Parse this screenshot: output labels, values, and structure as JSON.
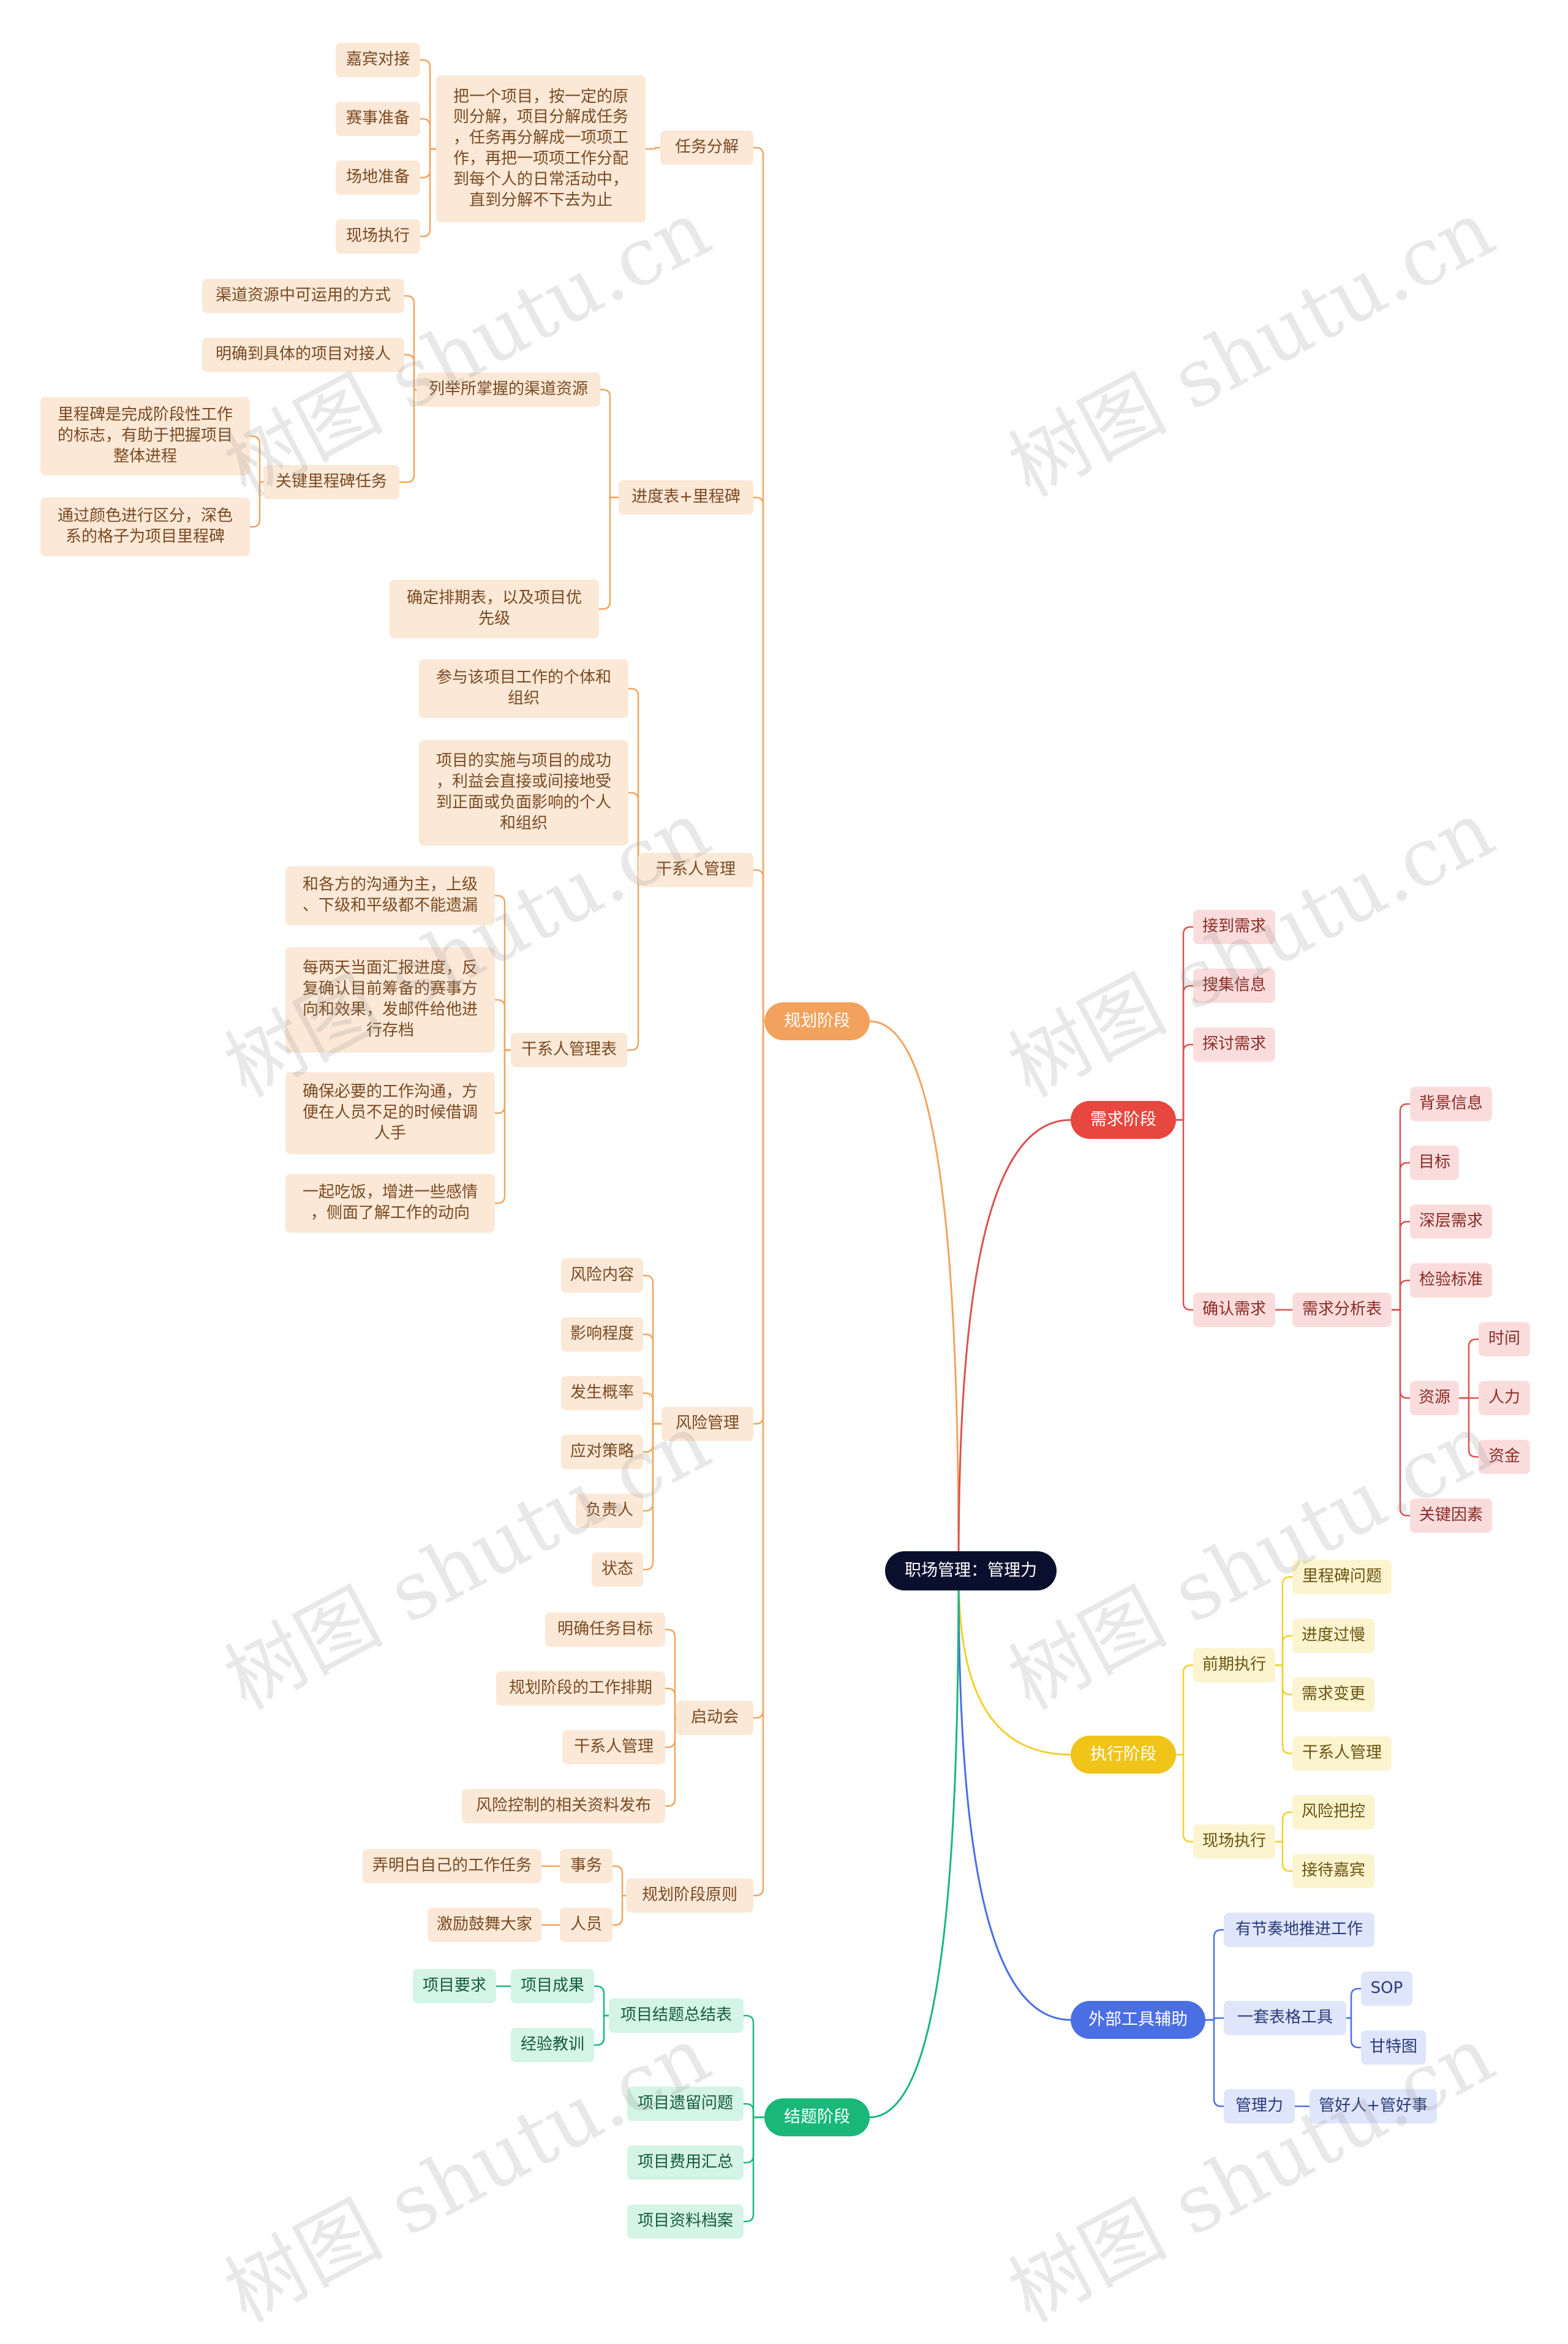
{
  "title": "职场管理：管理力",
  "colors": {
    "center": "#0a0f2e",
    "plan": {
      "branch": "#f2a25c",
      "fill": "#fbe8d7",
      "text": "#7a4a22",
      "line": "#f0a55f"
    },
    "demand": {
      "branch": "#e8473f",
      "fill": "#fbdcdc",
      "text": "#8a2a25",
      "line": "#d9534f"
    },
    "exec": {
      "branch": "#f0c419",
      "fill": "#fcf4cf",
      "text": "#6a5410",
      "line": "#f2cf2e"
    },
    "tool": {
      "branch": "#4a6fe3",
      "fill": "#dfe5fb",
      "text": "#2a3a7a",
      "line": "#4a6fe3"
    },
    "close": {
      "branch": "#19b879",
      "fill": "#d3f4e6",
      "text": "#165a3e",
      "line": "#19b879"
    }
  },
  "watermark": "树图 shutu.cn",
  "branches": [
    {
      "key": "plan",
      "label": "规划阶段",
      "children": [
        {
          "label": "任务分解",
          "children": [
            {
              "label": "把一个项目，按一定的原\n则分解，项目分解成任务\n，任务再分解成一项项工\n作，再把一项项工作分配\n到每个人的日常活动中，\n直到分解不下去为止",
              "children": [
                {
                  "label": "嘉宾对接"
                },
                {
                  "label": "赛事准备"
                },
                {
                  "label": "场地准备"
                },
                {
                  "label": "现场执行"
                }
              ]
            }
          ]
        },
        {
          "label": "进度表+里程碑",
          "children": [
            {
              "label": "列举所掌握的渠道资源",
              "children": [
                {
                  "label": "渠道资源中可运用的方式"
                },
                {
                  "label": "明确到具体的项目对接人"
                },
                {
                  "label": "关键里程碑任务",
                  "children": [
                    {
                      "label": "里程碑是完成阶段性工作\n的标志，有助于把握项目\n整体进程"
                    },
                    {
                      "label": "通过颜色进行区分，深色\n系的格子为项目里程碑"
                    }
                  ]
                }
              ]
            },
            {
              "label": "确定排期表，以及项目优\n先级"
            }
          ]
        },
        {
          "label": "干系人管理",
          "children": [
            {
              "label": "参与该项目工作的个体和\n组织"
            },
            {
              "label": "项目的实施与项目的成功\n，利益会直接或间接地受\n到正面或负面影响的个人\n和组织"
            },
            {
              "label": "干系人管理表",
              "children": [
                {
                  "label": "和各方的沟通为主，上级\n、下级和平级都不能遗漏"
                },
                {
                  "label": "每两天当面汇报进度，反\n复确认目前筹备的赛事方\n向和效果，发邮件给他进\n行存档"
                },
                {
                  "label": "确保必要的工作沟通，方\n便在人员不足的时候借调\n人手"
                },
                {
                  "label": "一起吃饭，增进一些感情\n，侧面了解工作的动向"
                }
              ]
            }
          ]
        },
        {
          "label": "风险管理",
          "children": [
            {
              "label": "风险内容"
            },
            {
              "label": "影响程度"
            },
            {
              "label": "发生概率"
            },
            {
              "label": "应对策略"
            },
            {
              "label": "负责人"
            },
            {
              "label": "状态"
            }
          ]
        },
        {
          "label": "启动会",
          "children": [
            {
              "label": "明确任务目标"
            },
            {
              "label": "规划阶段的工作排期"
            },
            {
              "label": "干系人管理"
            },
            {
              "label": "风险控制的相关资料发布"
            }
          ]
        },
        {
          "label": "规划阶段原则",
          "children": [
            {
              "label": "事务",
              "children": [
                {
                  "label": "弄明白自己的工作任务"
                }
              ]
            },
            {
              "label": "人员",
              "children": [
                {
                  "label": "激励鼓舞大家"
                }
              ]
            }
          ]
        }
      ]
    },
    {
      "key": "demand",
      "label": "需求阶段",
      "children": [
        {
          "label": "接到需求"
        },
        {
          "label": "搜集信息"
        },
        {
          "label": "探讨需求"
        },
        {
          "label": "确认需求",
          "children": [
            {
              "label": "需求分析表",
              "children": [
                {
                  "label": "背景信息"
                },
                {
                  "label": "目标"
                },
                {
                  "label": "深层需求"
                },
                {
                  "label": "检验标准"
                },
                {
                  "label": "资源",
                  "children": [
                    {
                      "label": "时间"
                    },
                    {
                      "label": "人力"
                    },
                    {
                      "label": "资金"
                    }
                  ]
                },
                {
                  "label": "关键因素"
                }
              ]
            }
          ]
        }
      ]
    },
    {
      "key": "exec",
      "label": "执行阶段",
      "children": [
        {
          "label": "前期执行",
          "children": [
            {
              "label": "里程碑问题"
            },
            {
              "label": "进度过慢"
            },
            {
              "label": "需求变更"
            },
            {
              "label": "干系人管理"
            }
          ]
        },
        {
          "label": "现场执行",
          "children": [
            {
              "label": "风险把控"
            },
            {
              "label": "接待嘉宾"
            }
          ]
        }
      ]
    },
    {
      "key": "tool",
      "label": "外部工具辅助",
      "children": [
        {
          "label": "有节奏地推进工作"
        },
        {
          "label": "一套表格工具",
          "children": [
            {
              "label": "SOP"
            },
            {
              "label": "甘特图"
            }
          ]
        },
        {
          "label": "管理力",
          "children": [
            {
              "label": "管好人+管好事"
            }
          ]
        }
      ]
    },
    {
      "key": "close",
      "label": "结题阶段",
      "children": [
        {
          "label": "项目结题总结表",
          "children": [
            {
              "label": "项目成果",
              "children": [
                {
                  "label": "项目要求"
                }
              ]
            },
            {
              "label": "经验教训"
            }
          ]
        },
        {
          "label": "项目遗留问题"
        },
        {
          "label": "项目费用汇总"
        },
        {
          "label": "项目资料档案"
        }
      ]
    }
  ]
}
